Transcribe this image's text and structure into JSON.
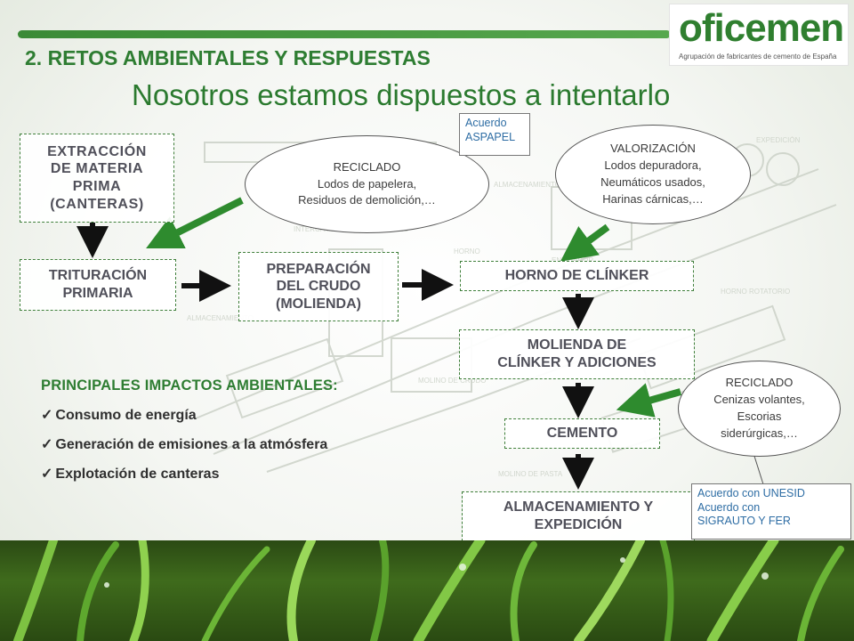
{
  "header": {
    "section_title": "2. RETOS AMBIENTALES Y RESPUESTAS",
    "slide_title": "Nosotros estamos dispuestos a intentarlo"
  },
  "logo": {
    "wordmark": "oficemen",
    "tagline": "Agrupación de fabricantes de cemento de España"
  },
  "process_steps": [
    {
      "lines": [
        "EXTRACCIÓN",
        "DE MATERIA",
        "PRIMA",
        "(CANTERAS)"
      ]
    },
    {
      "lines": [
        "TRITURACIÓN",
        "PRIMARIA"
      ]
    },
    {
      "lines": [
        "PREPARACIÓN",
        "DEL CRUDO",
        "(MOLIENDA)"
      ]
    },
    {
      "lines": [
        "HORNO DE CLÍNKER"
      ]
    },
    {
      "lines": [
        "MOLIENDA DE",
        "CLÍNKER Y ADICIONES"
      ]
    },
    {
      "lines": [
        "CEMENTO"
      ]
    },
    {
      "lines": [
        "ALMACENAMIENTO Y",
        "EXPEDICIÓN"
      ]
    }
  ],
  "callouts": {
    "reciclado_1": {
      "lines": [
        "RECICLADO",
        "Lodos de papelera,",
        "Residuos de demolición,…"
      ]
    },
    "valorizacion": {
      "lines": [
        "VALORIZACIÓN",
        "Lodos depuradora,",
        "Neumáticos usados,",
        "Harinas cárnicas,…"
      ]
    },
    "reciclado_2": {
      "lines": [
        "RECICLADO",
        "Cenizas volantes,",
        "Escorias",
        "siderúrgicas,…"
      ]
    }
  },
  "notes": {
    "aspapel": {
      "lines": [
        "Acuerdo",
        "ASPAPEL"
      ]
    },
    "unesid": {
      "lines": [
        "Acuerdo con UNESID",
        "Acuerdo con",
        "SIGRAUTO Y FER"
      ]
    }
  },
  "impacts": {
    "title": "PRINCIPALES IMPACTOS AMBIENTALES:",
    "items": [
      "Consumo de energía",
      "Generación de emisiones a la atmósfera",
      "Explotación de canteras"
    ]
  },
  "background_labels": [
    "ALMACENAMIENTO DE CLÍNKER",
    "EXPEDICIÓN",
    "ENFRIADOR",
    "HORNO",
    "HORNO ROTATORIO",
    "ALMACENAMIENTO",
    "INTERCAMBIADOR DE CICLONES",
    "MOLINO DE CRUDO",
    "MOLINO DE PASTA"
  ],
  "colors": {
    "accent_green": "#2e7d32",
    "box_text": "#50505a",
    "note_text": "#2e6da4",
    "arrow_green": "#2e8b2e"
  }
}
